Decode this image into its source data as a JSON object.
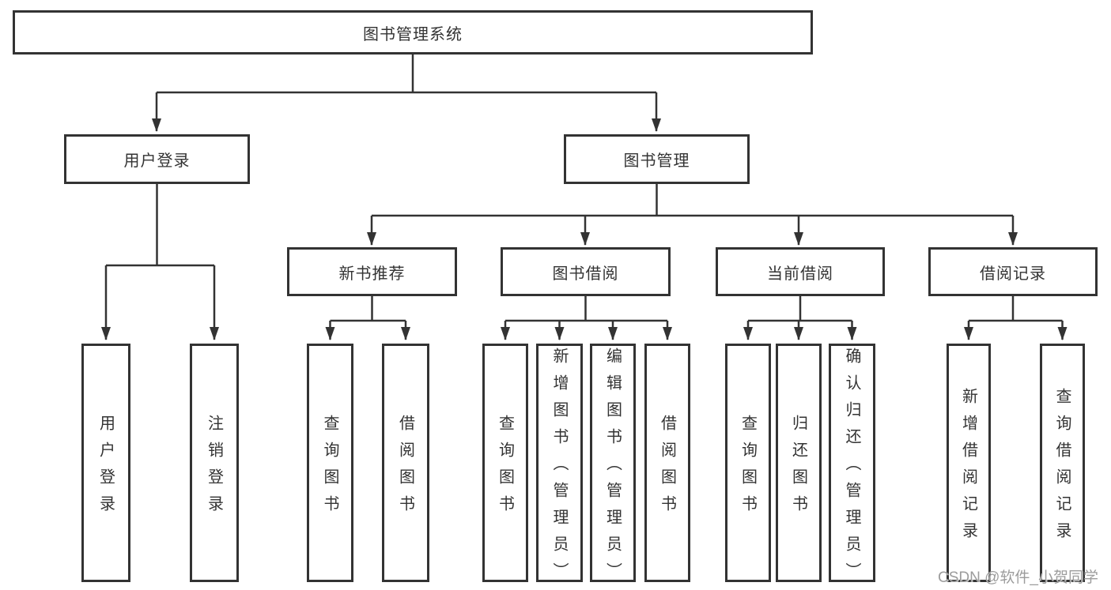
{
  "diagram": {
    "type": "tree",
    "title": "图书管理系统",
    "watermark": "CSDN @软件_小贺同学",
    "colors": {
      "line": "#333333",
      "box_border": "#333333",
      "text": "#333333",
      "watermark": "#9c9c9c",
      "background": "#ffffff"
    },
    "nodes": {
      "root": "图书管理系统",
      "user_login": "用户登录",
      "book_management": "图书管理",
      "new_book_recommend": "新书推荐",
      "book_borrow": "图书借阅",
      "current_borrow": "当前借阅",
      "borrow_records": "借阅记录"
    },
    "leaves": {
      "user_login": [
        "用户登录",
        "注销登录"
      ],
      "new_book_recommend": [
        "查询图书",
        "借阅图书"
      ],
      "book_borrow": [
        "查询图书",
        "新增图书（管理员）",
        "编辑图书（管理员）",
        "借阅图书"
      ],
      "current_borrow": [
        "查询图书",
        "归还图书",
        "确认归还（管理员）"
      ],
      "borrow_records": [
        "新增借阅记录",
        "查询借阅记录"
      ]
    },
    "edges": [
      [
        "图书管理系统",
        "用户登录"
      ],
      [
        "图书管理系统",
        "图书管理"
      ],
      [
        "用户登录",
        "用户登录"
      ],
      [
        "用户登录",
        "注销登录"
      ],
      [
        "图书管理",
        "新书推荐"
      ],
      [
        "图书管理",
        "图书借阅"
      ],
      [
        "图书管理",
        "当前借阅"
      ],
      [
        "图书管理",
        "借阅记录"
      ],
      [
        "新书推荐",
        "查询图书"
      ],
      [
        "新书推荐",
        "借阅图书"
      ],
      [
        "图书借阅",
        "查询图书"
      ],
      [
        "图书借阅",
        "新增图书（管理员）"
      ],
      [
        "图书借阅",
        "编辑图书（管理员）"
      ],
      [
        "图书借阅",
        "借阅图书"
      ],
      [
        "当前借阅",
        "查询图书"
      ],
      [
        "当前借阅",
        "归还图书"
      ],
      [
        "当前借阅",
        "确认归还（管理员）"
      ],
      [
        "借阅记录",
        "新增借阅记录"
      ],
      [
        "借阅记录",
        "查询借阅记录"
      ]
    ]
  }
}
